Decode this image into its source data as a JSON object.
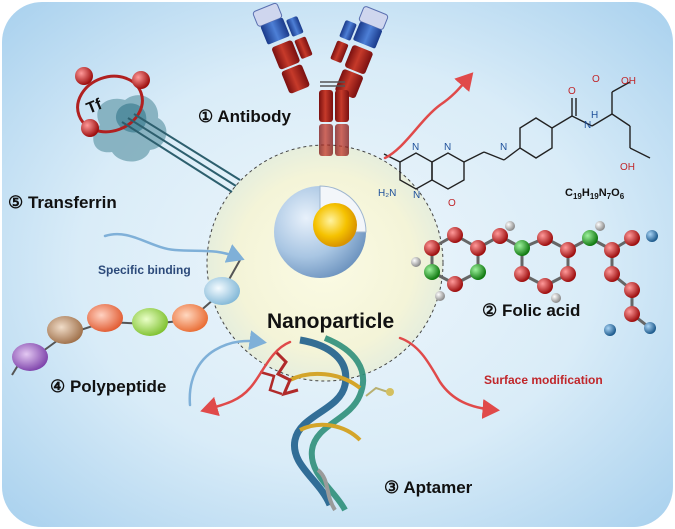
{
  "labels": {
    "antibody": "① Antibody",
    "transferrin": "⑤ Transferrin",
    "folic_acid": "② Folic acid",
    "polypeptide": "④ Polypeptide",
    "aptamer": "③ Aptamer",
    "center": "Nanoparticle",
    "specific_binding": "Specific binding",
    "surface_modification": "Surface modification",
    "tf": "Tf"
  },
  "formula": {
    "base": [
      "C",
      "H",
      "N",
      "O"
    ],
    "subscripts": [
      "19",
      "19",
      "7",
      "6"
    ]
  },
  "structure_atoms": {
    "oh_top": "OH",
    "o_top": "O",
    "h_amine": "H",
    "n_amide": "N",
    "o_amide": "O",
    "oh_bottom": "OH",
    "n_ring1": "N",
    "n_ring2": "N",
    "n_ring3": "N",
    "h2n": "H₂N",
    "n_ring4": "N",
    "o_ring": "O"
  },
  "colors": {
    "background": "#cfe6f5",
    "label_text": "#111111",
    "specific_binding": "#2c4a7a",
    "surface_modification": "#c0262a",
    "red_arrow": "#e04a4a",
    "blue_arrow": "#7fb0d8"
  }
}
